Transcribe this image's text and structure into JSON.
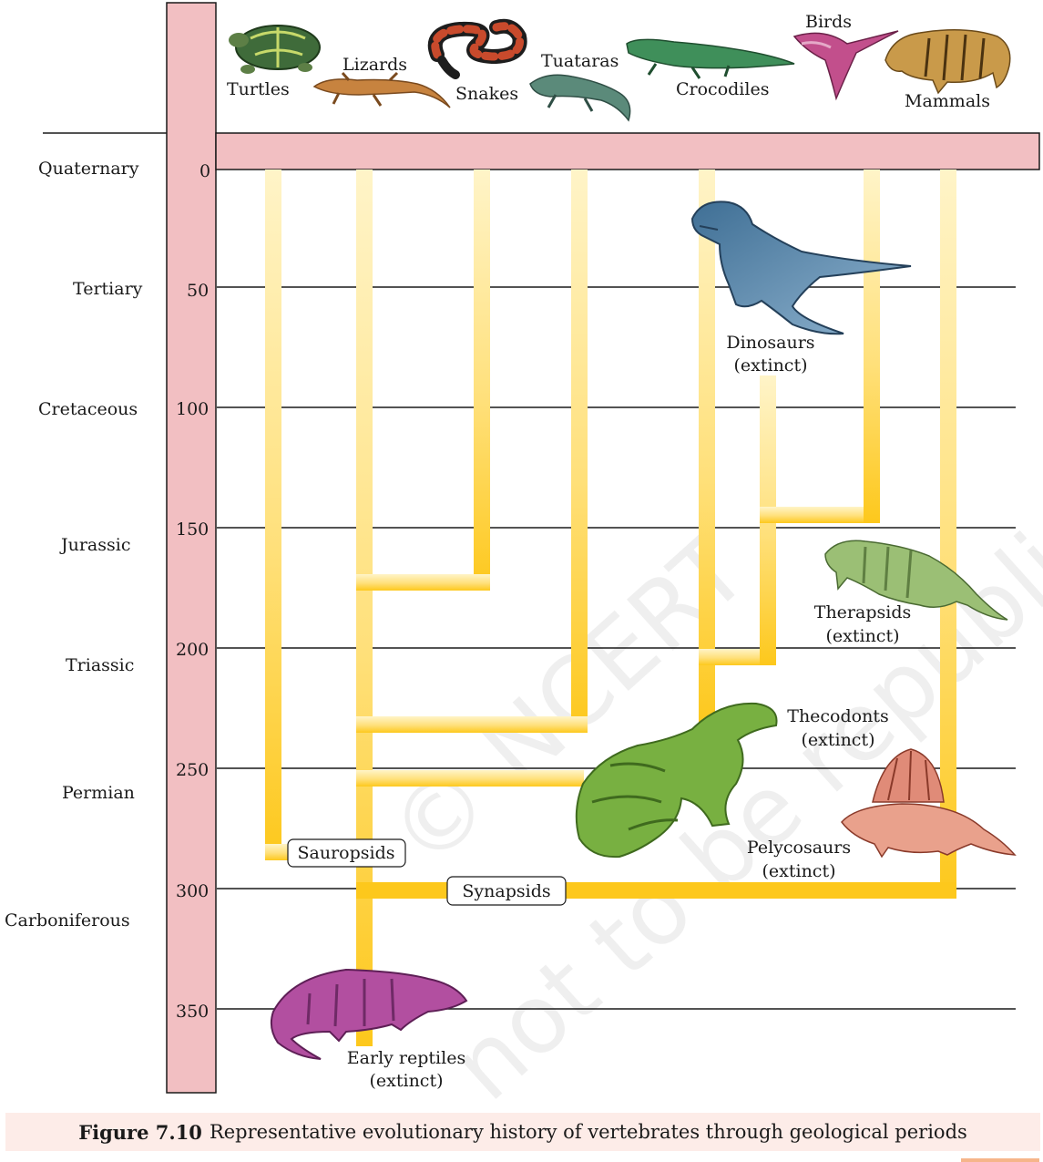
{
  "colors": {
    "time_bar": "#f2bfc2",
    "branch_light": "#fff2bd",
    "branch_dark": "#fdcb2a",
    "grid_line": "#1a1a1a",
    "caption_bg": "#fdece8"
  },
  "periods": [
    "Quaternary",
    "Tertiary",
    "Cretaceous",
    "Jurassic",
    "Triassic",
    "Permian",
    "Carboniferous"
  ],
  "ticks": [
    "0",
    "50",
    "100",
    "150",
    "200",
    "250",
    "300",
    "350"
  ],
  "animals": {
    "turtles": "Turtles",
    "lizards": "Lizards",
    "snakes": "Snakes",
    "tuataras": "Tuataras",
    "crocodiles": "Crocodiles",
    "birds": "Birds",
    "mammals": "Mammals"
  },
  "fossils": {
    "dinosaurs": {
      "name": "Dinosaurs",
      "status": "(extinct)"
    },
    "therapsids": {
      "name": "Therapsids",
      "status": "(extinct)"
    },
    "thecodonts": {
      "name": "Thecodonts",
      "status": "(extinct)"
    },
    "pelycosaurs": {
      "name": "Pelycosaurs",
      "status": "(extinct)"
    },
    "early_reptiles": {
      "name": "Early reptiles",
      "status": "(extinct)"
    }
  },
  "groups": {
    "sauropsids": "Sauropsids",
    "synapsids": "Synapsids"
  },
  "icons": [
    "turtle-icon",
    "lizard-icon",
    "snake-icon",
    "tuatara-icon",
    "crocodile-icon",
    "bird-icon",
    "mammal-icon",
    "dinosaur-icon",
    "therapsid-icon",
    "thecodont-icon",
    "pelycosaur-icon",
    "early-reptile-icon"
  ],
  "caption": {
    "label": "Figure 7.10",
    "text": "Representative evolutionary history of vertebrates through geological periods"
  }
}
